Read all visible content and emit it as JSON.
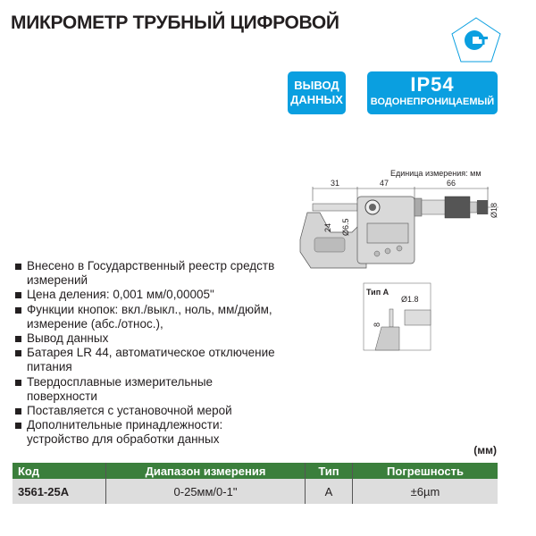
{
  "title": "МИКРОМЕТР ТРУБНЫЙ ЦИФРОВОЙ",
  "logo": "ГОСТ",
  "badges": {
    "data_output_line1": "ВЫВОД",
    "data_output_line2": "ДАННЫХ",
    "ip": "IP54",
    "ip_caption": "ВОДОНЕПРОНИЦАЕМЫЙ"
  },
  "drawing": {
    "unit_note": "Единица измерения: мм",
    "dim_31": "31",
    "dim_47": "47",
    "dim_66": "66",
    "dim_24": "24",
    "dim_d65": "Ø6.5",
    "dim_d18": "Ø18",
    "type_label": "Тип А",
    "dim_d18_tip": "Ø1.8",
    "dim_8": "8"
  },
  "features": [
    "Внесено в Государственный реестр средств измерений",
    "Цена деления: 0,001 мм/0,00005\"",
    "Функции кнопок: вкл./выкл., ноль, мм/дюйм, измерение (абс./относ.),",
    "Вывод данных",
    "Батарея LR 44, автоматическое отключение питания",
    "Твердосплавные измерительные поверхности",
    "Поставляется с установочной мерой",
    "Дополнительные принадлежности: устройство для обработки данных"
  ],
  "table": {
    "unit": "(мм)",
    "headers": [
      "Код",
      "Диапазон измерения",
      "Тип",
      "Погрешность"
    ],
    "rows": [
      [
        "3561-25A",
        "0-25мм/0-1\"",
        "A",
        "±6µm"
      ]
    ]
  },
  "colors": {
    "accent_blue": "#0a9fe0",
    "table_green": "#3b7f3c"
  }
}
